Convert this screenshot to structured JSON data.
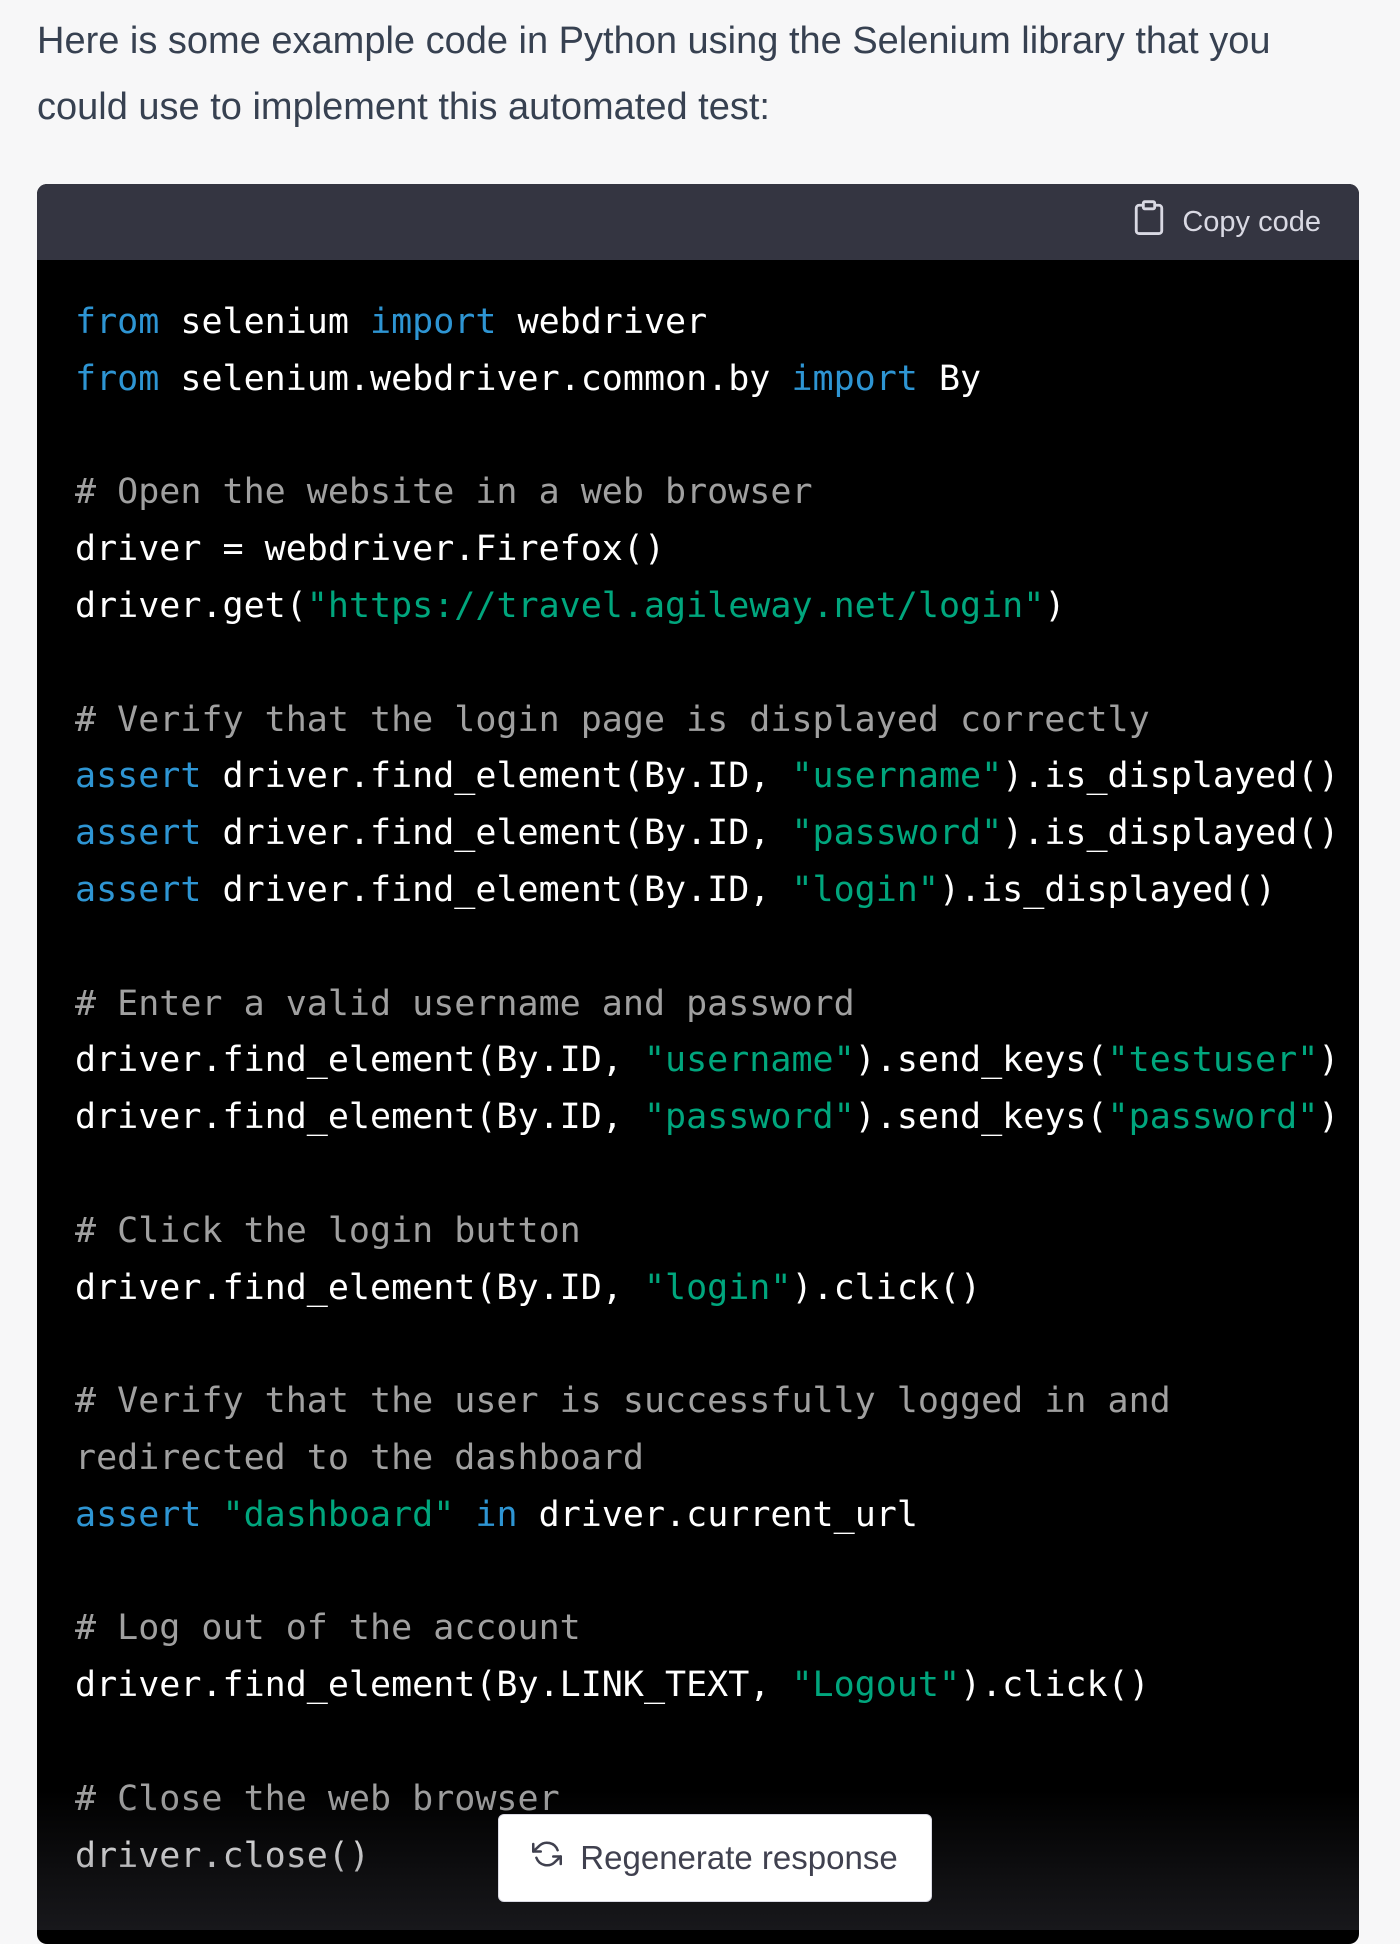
{
  "message": {
    "intro": "Here is some example code in Python using the Selenium library that you could use to implement this automated test:"
  },
  "code_block": {
    "copy_label": "Copy code",
    "copy_icon": "clipboard-icon",
    "language": "python",
    "lines": [
      [
        {
          "t": "from",
          "c": "kw"
        },
        {
          "t": " selenium "
        },
        {
          "t": "import",
          "c": "kw"
        },
        {
          "t": " webdriver"
        }
      ],
      [
        {
          "t": "from",
          "c": "kw"
        },
        {
          "t": " selenium.webdriver.common.by "
        },
        {
          "t": "import",
          "c": "kw"
        },
        {
          "t": " By"
        }
      ],
      [],
      [
        {
          "t": "# Open the website in a web browser",
          "c": "cm"
        }
      ],
      [
        {
          "t": "driver = webdriver.Firefox()"
        }
      ],
      [
        {
          "t": "driver.get("
        },
        {
          "t": "\"https://travel.agileway.net/login\"",
          "c": "str"
        },
        {
          "t": ")"
        }
      ],
      [],
      [
        {
          "t": "# Verify that the login page is displayed correctly",
          "c": "cm"
        }
      ],
      [
        {
          "t": "assert",
          "c": "kw"
        },
        {
          "t": " driver.find_element(By.ID, "
        },
        {
          "t": "\"username\"",
          "c": "str"
        },
        {
          "t": ").is_displayed()"
        }
      ],
      [
        {
          "t": "assert",
          "c": "kw"
        },
        {
          "t": " driver.find_element(By.ID, "
        },
        {
          "t": "\"password\"",
          "c": "str"
        },
        {
          "t": ").is_displayed()"
        }
      ],
      [
        {
          "t": "assert",
          "c": "kw"
        },
        {
          "t": " driver.find_element(By.ID, "
        },
        {
          "t": "\"login\"",
          "c": "str"
        },
        {
          "t": ").is_displayed()"
        }
      ],
      [],
      [
        {
          "t": "# Enter a valid username and password",
          "c": "cm"
        }
      ],
      [
        {
          "t": "driver.find_element(By.ID, "
        },
        {
          "t": "\"username\"",
          "c": "str"
        },
        {
          "t": ").send_keys("
        },
        {
          "t": "\"testuser\"",
          "c": "str"
        },
        {
          "t": ")"
        }
      ],
      [
        {
          "t": "driver.find_element(By.ID, "
        },
        {
          "t": "\"password\"",
          "c": "str"
        },
        {
          "t": ").send_keys("
        },
        {
          "t": "\"password\"",
          "c": "str"
        },
        {
          "t": ")"
        }
      ],
      [],
      [
        {
          "t": "# Click the login button",
          "c": "cm"
        }
      ],
      [
        {
          "t": "driver.find_element(By.ID, "
        },
        {
          "t": "\"login\"",
          "c": "str"
        },
        {
          "t": ").click()"
        }
      ],
      [],
      [
        {
          "t": "# Verify that the user is successfully logged in and",
          "c": "cm"
        }
      ],
      [
        {
          "t": "redirected to the dashboard",
          "c": "cm"
        }
      ],
      [
        {
          "t": "assert",
          "c": "kw"
        },
        {
          "t": " "
        },
        {
          "t": "\"dashboard\"",
          "c": "str"
        },
        {
          "t": " "
        },
        {
          "t": "in",
          "c": "kw"
        },
        {
          "t": " driver.current_url"
        }
      ],
      [],
      [
        {
          "t": "# Log out of the account",
          "c": "cm"
        }
      ],
      [
        {
          "t": "driver.find_element(By.LINK_TEXT, "
        },
        {
          "t": "\"Logout\"",
          "c": "str"
        },
        {
          "t": ").click()"
        }
      ],
      [],
      [
        {
          "t": "# Close the web browser",
          "c": "cm"
        }
      ],
      [
        {
          "t": "driver.close()"
        }
      ]
    ]
  },
  "regenerate": {
    "label": "Regenerate response",
    "icon": "refresh-icon"
  },
  "colors": {
    "keyword": "#2e95d3",
    "string": "#00a67d",
    "comment": "#a0a0a0",
    "code_bg": "#000000",
    "header_bg": "#343541"
  }
}
